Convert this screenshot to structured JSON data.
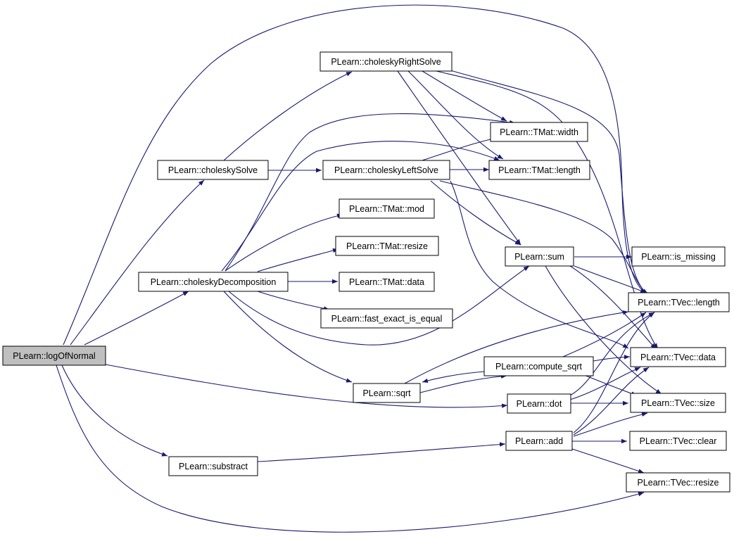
{
  "colors": {
    "edge": "#191970",
    "node_fill": "#ffffff",
    "root_fill": "#bfbfbf",
    "border": "#000000"
  },
  "nodes": {
    "logOfNormal": "PLearn::logOfNormal",
    "choleskyRightSolve": "PLearn::choleskyRightSolve",
    "choleskySolve": "PLearn::choleskySolve",
    "choleskyLeftSolve": "PLearn::choleskyLeftSolve",
    "tmat_width": "PLearn::TMat::width",
    "tmat_length": "PLearn::TMat::length",
    "tmat_mod": "PLearn::TMat::mod",
    "tmat_resize": "PLearn::TMat::resize",
    "choleskyDecomposition": "PLearn::choleskyDecomposition",
    "tmat_data": "PLearn::TMat::data",
    "fast_exact_is_equal": "PLearn::fast_exact_is_equal",
    "sum": "PLearn::sum",
    "is_missing": "PLearn::is_missing",
    "tvec_length": "PLearn::TVec::length",
    "compute_sqrt": "PLearn::compute_sqrt",
    "tvec_data": "PLearn::TVec::data",
    "sqrt": "PLearn::sqrt",
    "dot": "PLearn::dot",
    "tvec_size": "PLearn::TVec::size",
    "add": "PLearn::add",
    "tvec_clear": "PLearn::TVec::clear",
    "substract": "PLearn::substract",
    "tvec_resize": "PLearn::TVec::resize"
  }
}
